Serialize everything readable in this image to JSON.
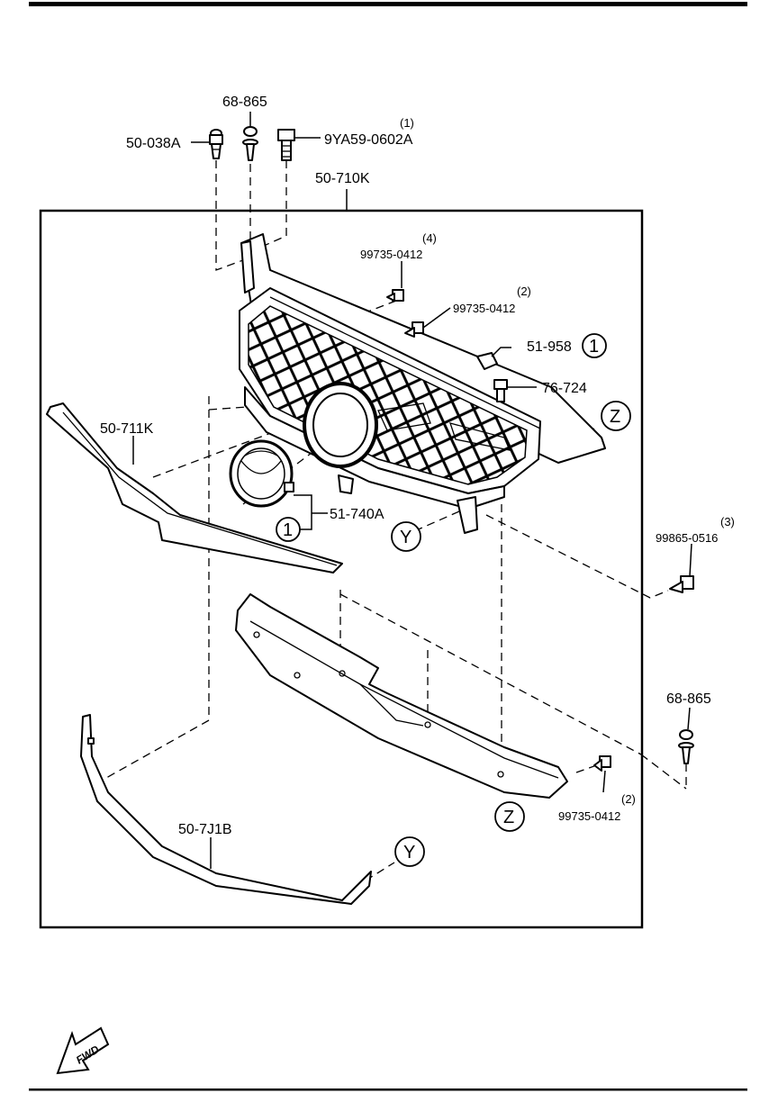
{
  "labels": {
    "p_68865_top": "68-865",
    "p_50038A": "50-038A",
    "p_9YA59": "9YA59-0602A",
    "p_50710K": "50-710K",
    "p_99735_a": "99735-0412",
    "p_99735_b": "99735-0412",
    "p_51958": "51-958",
    "p_76724": "76-724",
    "p_50711K": "50-711K",
    "p_51740A": "51-740A",
    "p_99865": "99865-0516",
    "p_68865_right": "68-865",
    "p_99735_c": "99735-0412",
    "p_507J1B": "50-7J1B"
  },
  "quantities": {
    "q_9YA59": "(1)",
    "q_99735_a": "(4)",
    "q_99735_b": "(2)",
    "q_99865": "(3)",
    "q_99735_c": "(2)"
  },
  "callouts": {
    "one": "1",
    "z": "Z",
    "y": "Y"
  },
  "fwd_text": "FWD"
}
